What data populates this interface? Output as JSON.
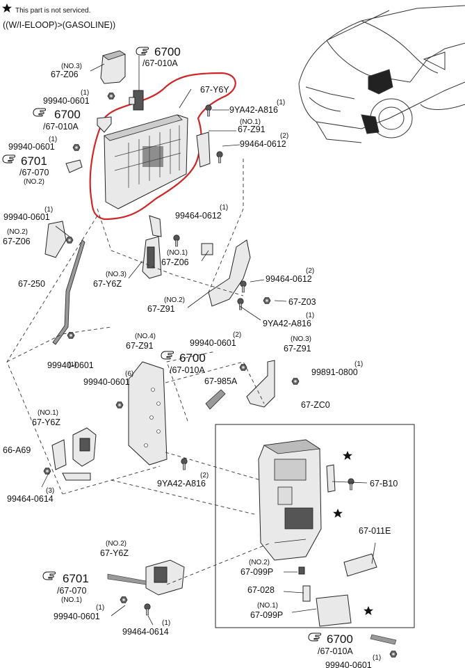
{
  "header": {
    "note": "This part is not serviced.",
    "variant": "((W/I-ELOOP)>(GASOLINE))"
  },
  "colors": {
    "highlight": "#d32424",
    "line": "#222222"
  },
  "icons": {
    "note_marker": "star-icon",
    "reference": "pointing-hand-icon"
  },
  "labels": {
    "ref_6700_a": {
      "num": "6700",
      "sub": "/67-010A"
    },
    "ref_6700_b": {
      "num": "6700",
      "sub": "/67-010A"
    },
    "ref_6700_c": {
      "num": "6700",
      "sub": "/67-010A"
    },
    "ref_6700_d": {
      "num": "6700",
      "sub": "/67-010A"
    },
    "ref_6701_a": {
      "num": "6701",
      "sub": "/67-070",
      "note": "(NO.2)"
    },
    "ref_6701_b": {
      "num": "6701",
      "sub": "/67-070",
      "note": "(NO.1)"
    },
    "z06_top": {
      "qty": "(NO.3)",
      "code": "67-Z06"
    },
    "y6y": {
      "code": "67-Y6Y"
    },
    "n99940_1": {
      "qty": "(1)",
      "code": "99940-0601"
    },
    "n9ya42_1": {
      "qty": "(1)",
      "code": "9YA42-A816"
    },
    "z91_no1": {
      "qty": "(NO.1)",
      "code": "67-Z91"
    },
    "n99940_2": {
      "qty": "(1)",
      "code": "99940-0601"
    },
    "n99464_1": {
      "qty": "(2)",
      "code": "99464-0612"
    },
    "n99940_3": {
      "qty": "(1)",
      "code": "99940-0601"
    },
    "z06_no2": {
      "qty": "(NO.2)",
      "code": "67-Z06"
    },
    "n99464_2": {
      "qty": "(1)",
      "code": "99464-0612"
    },
    "z06_no1": {
      "qty": "(NO.1)",
      "code": "67-Z06"
    },
    "p250": {
      "code": "67-250"
    },
    "y6z_no3": {
      "qty": "(NO.3)",
      "code": "67-Y6Z"
    },
    "n99464_3": {
      "qty": "(2)",
      "code": "99464-0612"
    },
    "z91_no2": {
      "qty": "(NO.2)",
      "code": "67-Z91"
    },
    "z03": {
      "code": "67-Z03"
    },
    "n9ya42_2": {
      "qty": "(1)",
      "code": "9YA42-A816"
    },
    "n99940_4": {
      "qty": "(1)",
      "code": "99940-0601"
    },
    "z91_no4": {
      "qty": "(NO.4)",
      "code": "67-Z91"
    },
    "n99940_5": {
      "qty": "(2)",
      "code": "99940-0601"
    },
    "z91_no3": {
      "qty": "(NO.3)",
      "code": "67-Z91"
    },
    "n99940_6": {
      "qty": "(6)",
      "code": "99940-0601"
    },
    "p985a": {
      "code": "67-985A"
    },
    "n99891": {
      "qty": "(1)",
      "code": "99891-0800"
    },
    "zc0": {
      "code": "67-ZC0"
    },
    "y6z_no1": {
      "qty": "(NO.1)",
      "code": "67-Y6Z"
    },
    "a69": {
      "code": "66-A69"
    },
    "n9ya42_3": {
      "qty": "(2)",
      "code": "9YA42-A816"
    },
    "b10": {
      "code": "67-B10"
    },
    "n99464_4": {
      "qty": "(3)",
      "code": "99464-0614"
    },
    "e011": {
      "code": "67-011E"
    },
    "y6z_no2": {
      "qty": "(NO.2)",
      "code": "67-Y6Z"
    },
    "p099_no2": {
      "qty": "(NO.2)",
      "code": "67-099P"
    },
    "p028": {
      "code": "67-028"
    },
    "p099_no1": {
      "qty": "(NO.1)",
      "code": "67-099P"
    },
    "n99940_7": {
      "qty": "(1)",
      "code": "99940-0601"
    },
    "n99464_5": {
      "qty": "(1)",
      "code": "99464-0614"
    },
    "n99940_8": {
      "qty": "(1)",
      "code": "99940-0601"
    }
  }
}
